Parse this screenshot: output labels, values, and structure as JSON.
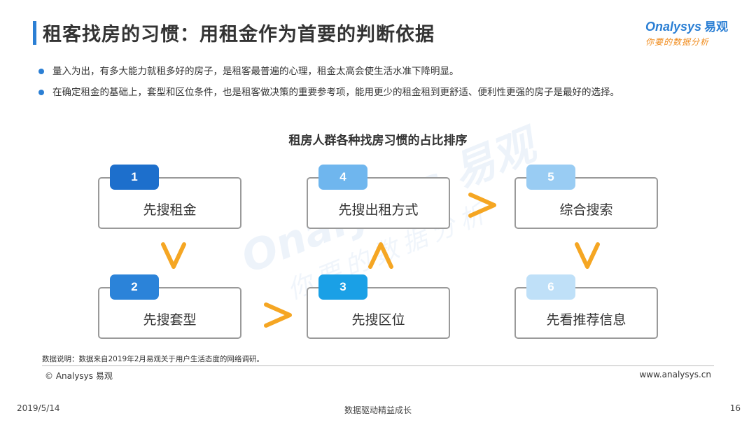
{
  "header": {
    "title": "租客找房的习惯：用租金作为首要的判断依据",
    "logo_brand": "nalysys",
    "logo_cn": "易观",
    "logo_slogan": "你要的数据分析"
  },
  "bullets": [
    "量入为出，有多大能力就租多好的房子，是租客最普遍的心理，租金太高会使生活水准下降明显。",
    "在确定租金的基础上，套型和区位条件，也是租客做决策的重要参考项，能用更少的租金租到更舒适、便利性更强的房子是最好的选择。"
  ],
  "diagram": {
    "title": "租房人群各种找房习惯的占比排序",
    "steps": [
      {
        "rank": "1",
        "label": "先搜租金",
        "color": "#1d6fcc"
      },
      {
        "rank": "2",
        "label": "先搜套型",
        "color": "#2b83d9"
      },
      {
        "rank": "3",
        "label": "先搜区位",
        "color": "#1aa0e6"
      },
      {
        "rank": "4",
        "label": "先搜出租方式",
        "color": "#6fb6ee"
      },
      {
        "rank": "5",
        "label": "综合搜索",
        "color": "#99ccf3"
      },
      {
        "rank": "6",
        "label": "先看推荐信息",
        "color": "#bfe0f8"
      }
    ],
    "arrow_color": "#f5a623"
  },
  "note": "数据说明：数据来自2019年2月易观关于用户生活态度的网络调研。",
  "copyright": "© Analysys 易观",
  "site": "www.analysys.cn",
  "footer": {
    "date": "2019/5/14",
    "slogan": "数据驱动精益成长",
    "page": "16"
  }
}
